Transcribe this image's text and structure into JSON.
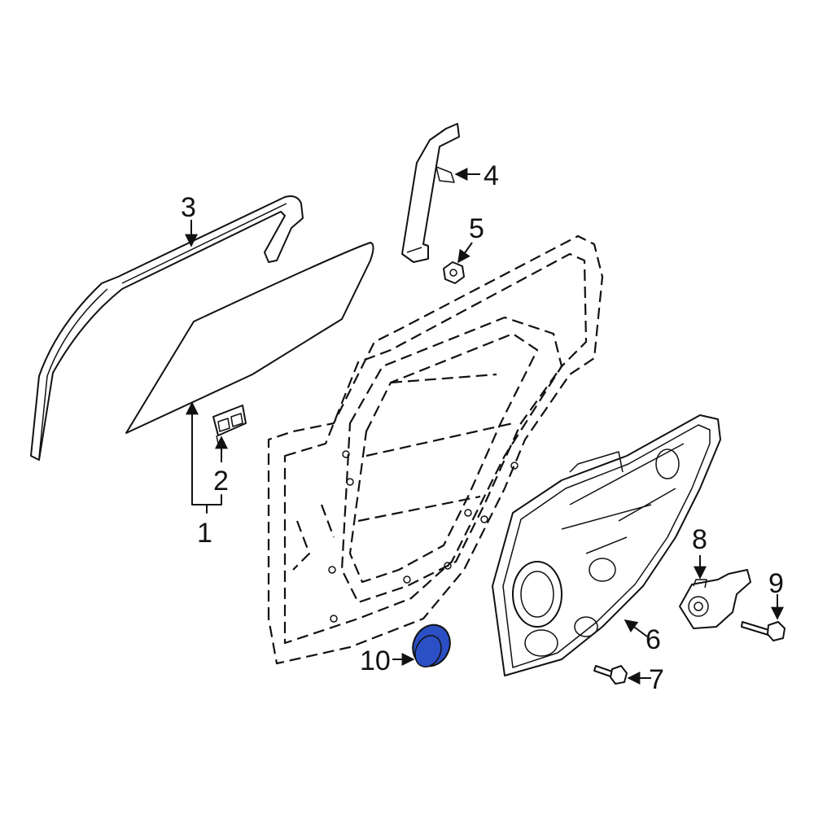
{
  "diagram": {
    "callouts": [
      {
        "id": "1",
        "label": "1"
      },
      {
        "id": "2",
        "label": "2"
      },
      {
        "id": "3",
        "label": "3"
      },
      {
        "id": "4",
        "label": "4"
      },
      {
        "id": "5",
        "label": "5"
      },
      {
        "id": "6",
        "label": "6"
      },
      {
        "id": "7",
        "label": "7"
      },
      {
        "id": "8",
        "label": "8"
      },
      {
        "id": "9",
        "label": "9"
      },
      {
        "id": "10",
        "label": "10"
      }
    ],
    "highlight_color": "#2b4fc4",
    "line_color": "#111111"
  }
}
